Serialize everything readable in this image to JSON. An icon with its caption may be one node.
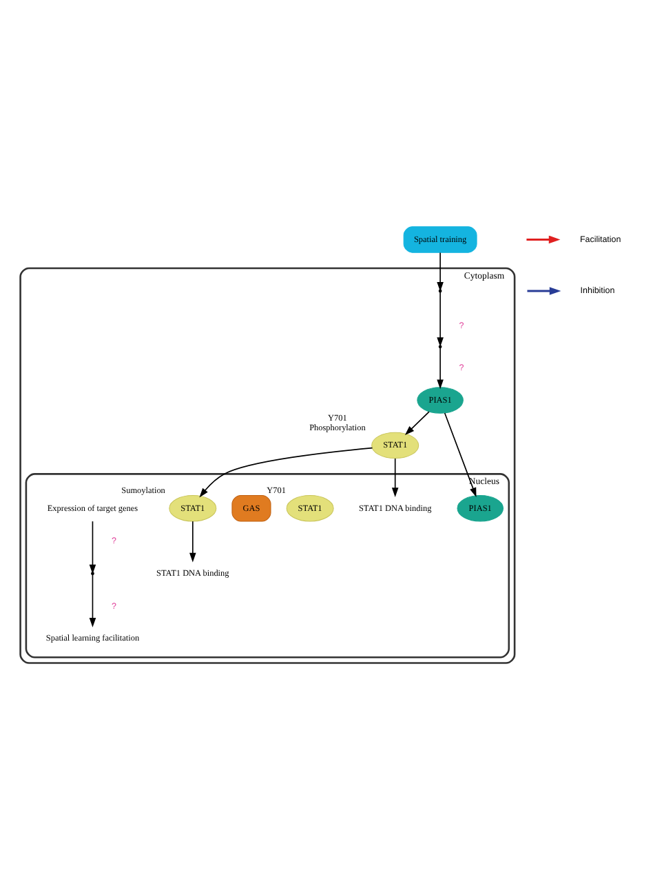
{
  "diagram": {
    "nodes": [
      {
        "text": [
          "Spatial training"
        ]
      },
      {
        "text": [
          "Cytoplasm"
        ]
      },
      {
        "text": [],
        "shape": "point",
        "in": 1
      },
      {
        "text": [],
        "shape": "point",
        "in": 1
      },
      {
        "text": [
          "PIAS1"
        ],
        "in": 1
      },
      {
        "text": [
          "STAT1"
        ],
        "beside": [
          "Y701",
          "Phosphorylation"
        ],
        "in": 1
      },
      {
        "text": [
          "Nucleus"
        ],
        "in": 1
      },
      {
        "text": [
          "PIAS1"
        ],
        "in": 6
      },
      {
        "text": [
          "STAT1"
        ],
        "beside": [
          "Sumoylation"
        ],
        "in": 6
      },
      {
        "text": [
          "STAT1 DNA binding"
        ],
        "in": 6
      },
      {
        "text": [
          "STAT1"
        ],
        "beside": [
          "Y701"
        ],
        "in": 6
      },
      {
        "text": [
          "GAS"
        ],
        "in": 6
      },
      {
        "text": [
          "STAT1 DNA binding"
        ],
        "in": 6
      },
      {
        "text": [
          "Expression of target genes"
        ],
        "in": 6
      },
      {
        "text": [],
        "shape": "point",
        "in": 6
      },
      {
        "text": [
          "Spatial learning facilitation"
        ],
        "in": 6
      }
    ],
    "edges": [
      {
        "from": 0,
        "to": 2,
        "arrow": "to"
      },
      {
        "from": 2,
        "to": 3,
        "arrow": "to",
        "label": "?"
      },
      {
        "from": 3,
        "to": 4,
        "arrow": "to",
        "label": "?"
      },
      {
        "from": 4,
        "to": 5,
        "arrow": "to"
      },
      {
        "from": 4,
        "to": 7,
        "arrow": "to"
      },
      {
        "from": 5,
        "to": 8,
        "arrow": "to"
      },
      {
        "from": 8,
        "to": 9,
        "arrow": "to"
      },
      {
        "from": 5,
        "to": 12,
        "arrow": "to"
      },
      {
        "from": 13,
        "to": 14,
        "arrow": "to",
        "label": "?"
      },
      {
        "from": 14,
        "to": 15,
        "arrow": "to",
        "label": "?"
      }
    ],
    "legend": [
      {
        "text": "Facilitation"
      },
      {
        "text": "Inhibition"
      }
    ]
  }
}
